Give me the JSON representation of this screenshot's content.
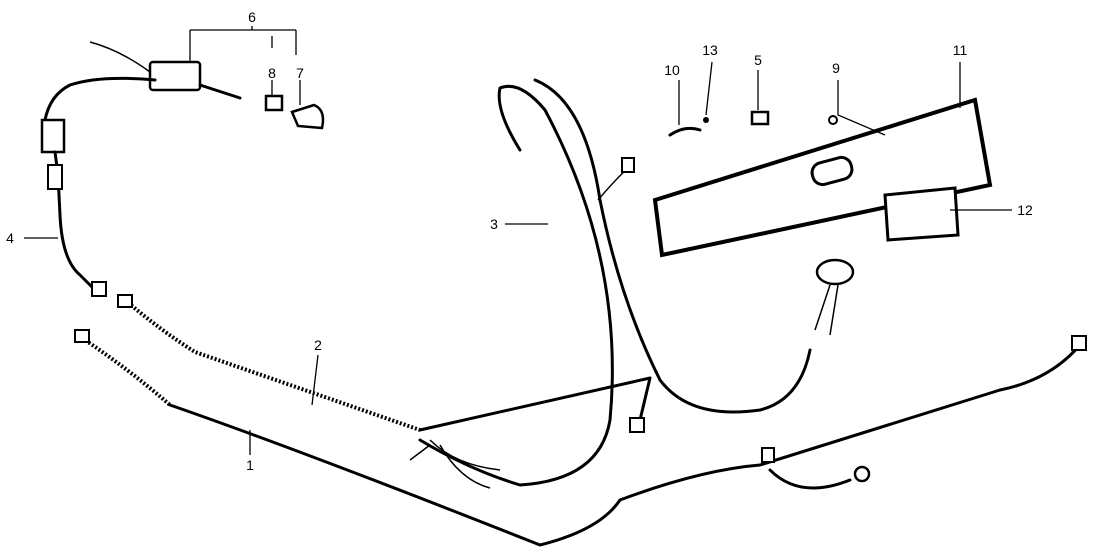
{
  "diagram": {
    "title": "Wire harness exploded parts diagram",
    "callouts": [
      {
        "id": "c6",
        "label": "6"
      },
      {
        "id": "c8",
        "label": "8"
      },
      {
        "id": "c7",
        "label": "7"
      },
      {
        "id": "c4",
        "label": "4"
      },
      {
        "id": "c3",
        "label": "3"
      },
      {
        "id": "c10",
        "label": "10"
      },
      {
        "id": "c13",
        "label": "13"
      },
      {
        "id": "c5",
        "label": "5"
      },
      {
        "id": "c9",
        "label": "9"
      },
      {
        "id": "c11",
        "label": "11"
      },
      {
        "id": "c12",
        "label": "12"
      },
      {
        "id": "c2",
        "label": "2"
      },
      {
        "id": "c1",
        "label": "1"
      }
    ]
  }
}
